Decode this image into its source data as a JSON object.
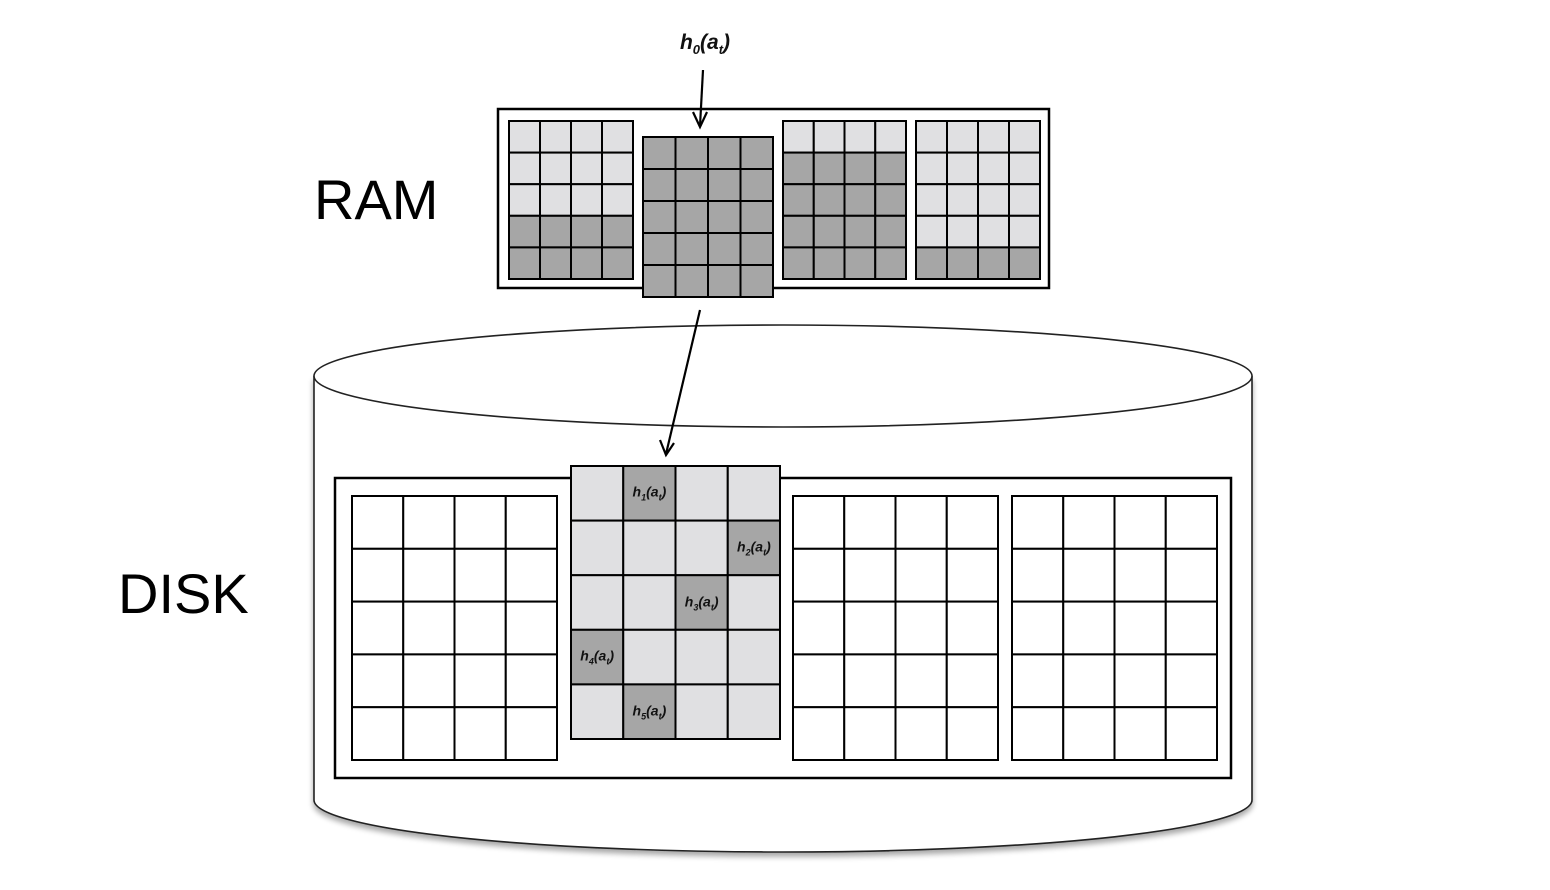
{
  "labels": {
    "ram": "RAM",
    "disk": "DISK"
  },
  "hash": {
    "h0": {
      "fn": "h",
      "index": "0",
      "arg": "a",
      "argsub": "t"
    },
    "disk": [
      {
        "fn": "h",
        "index": "1",
        "arg": "a",
        "argsub": "t",
        "row": 0,
        "col": 1
      },
      {
        "fn": "h",
        "index": "2",
        "arg": "a",
        "argsub": "t",
        "row": 1,
        "col": 3
      },
      {
        "fn": "h",
        "index": "3",
        "arg": "a",
        "argsub": "t",
        "row": 2,
        "col": 2
      },
      {
        "fn": "h",
        "index": "4",
        "arg": "a",
        "argsub": "t",
        "row": 3,
        "col": 0
      },
      {
        "fn": "h",
        "index": "5",
        "arg": "a",
        "argsub": "t",
        "row": 4,
        "col": 1
      }
    ]
  },
  "ram_blocks": [
    {
      "name": "ram-block-1",
      "dark_rows": [
        3,
        4
      ]
    },
    {
      "name": "ram-block-2-selected",
      "dark_rows": [
        0,
        1,
        2,
        3,
        4
      ]
    },
    {
      "name": "ram-block-3",
      "dark_rows": [
        1,
        2,
        3,
        4
      ]
    },
    {
      "name": "ram-block-4",
      "dark_rows": [
        4
      ]
    }
  ],
  "colors": {
    "light_cell": "#e0e0e2",
    "dark_cell": "#a6a6a6",
    "line": "#000000",
    "empty_cell": "#ffffff"
  }
}
